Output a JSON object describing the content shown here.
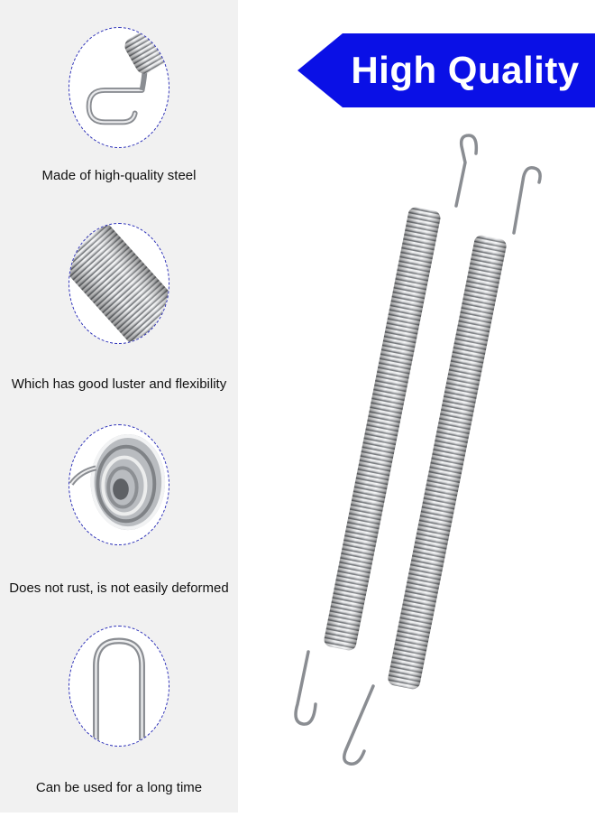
{
  "banner": {
    "label": "High Quality",
    "color": "#0a10e6"
  },
  "features": [
    {
      "caption": "Made of high-quality steel",
      "icon": "spring-hook-closeup-icon"
    },
    {
      "caption": "Which has good luster and flexibility",
      "icon": "spring-coil-closeup-icon"
    },
    {
      "caption": "Does not rust, is not easily deformed",
      "icon": "spring-end-coil-icon"
    },
    {
      "caption": "Can be used for a long time",
      "icon": "u-hook-closeup-icon"
    }
  ],
  "product": {
    "icon": "extension-springs-pair-icon",
    "accent": "#2b2fb8"
  }
}
